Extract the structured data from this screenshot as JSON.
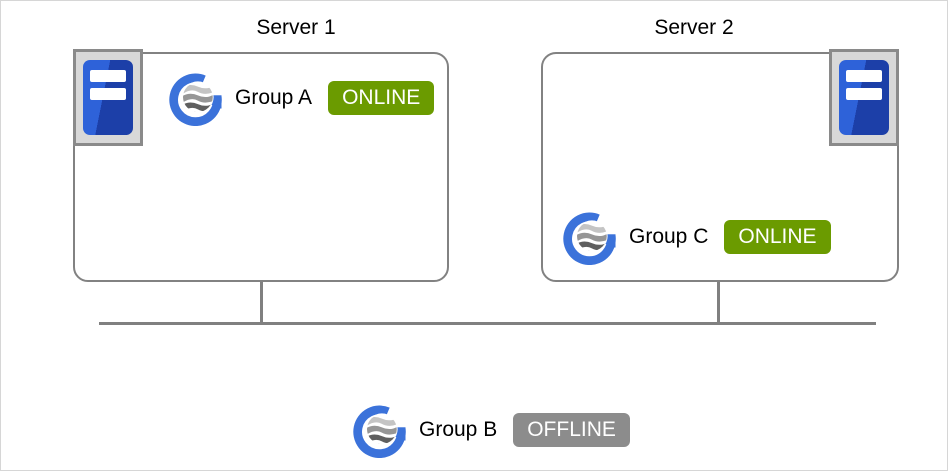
{
  "servers": [
    {
      "title": "Server 1",
      "group": {
        "name": "Group A",
        "status": "ONLINE"
      }
    },
    {
      "title": "Server 2",
      "group": {
        "name": "Group C",
        "status": "ONLINE"
      }
    }
  ],
  "standalone_group": {
    "name": "Group B",
    "status": "OFFLINE"
  },
  "icons": {
    "server_icon": "blue rack-server in gray frame",
    "group_logo_icon": "blue G ring with striped globe"
  },
  "colors": {
    "status_online": "#6B9B00",
    "status_offline": "#8C8C8C",
    "connector": "#808080",
    "box_border": "#828282",
    "logo_blue": "#3B72DA",
    "server_icon_blue_dark": "#1C3FA8",
    "server_icon_blue_light": "#2E62D9"
  }
}
